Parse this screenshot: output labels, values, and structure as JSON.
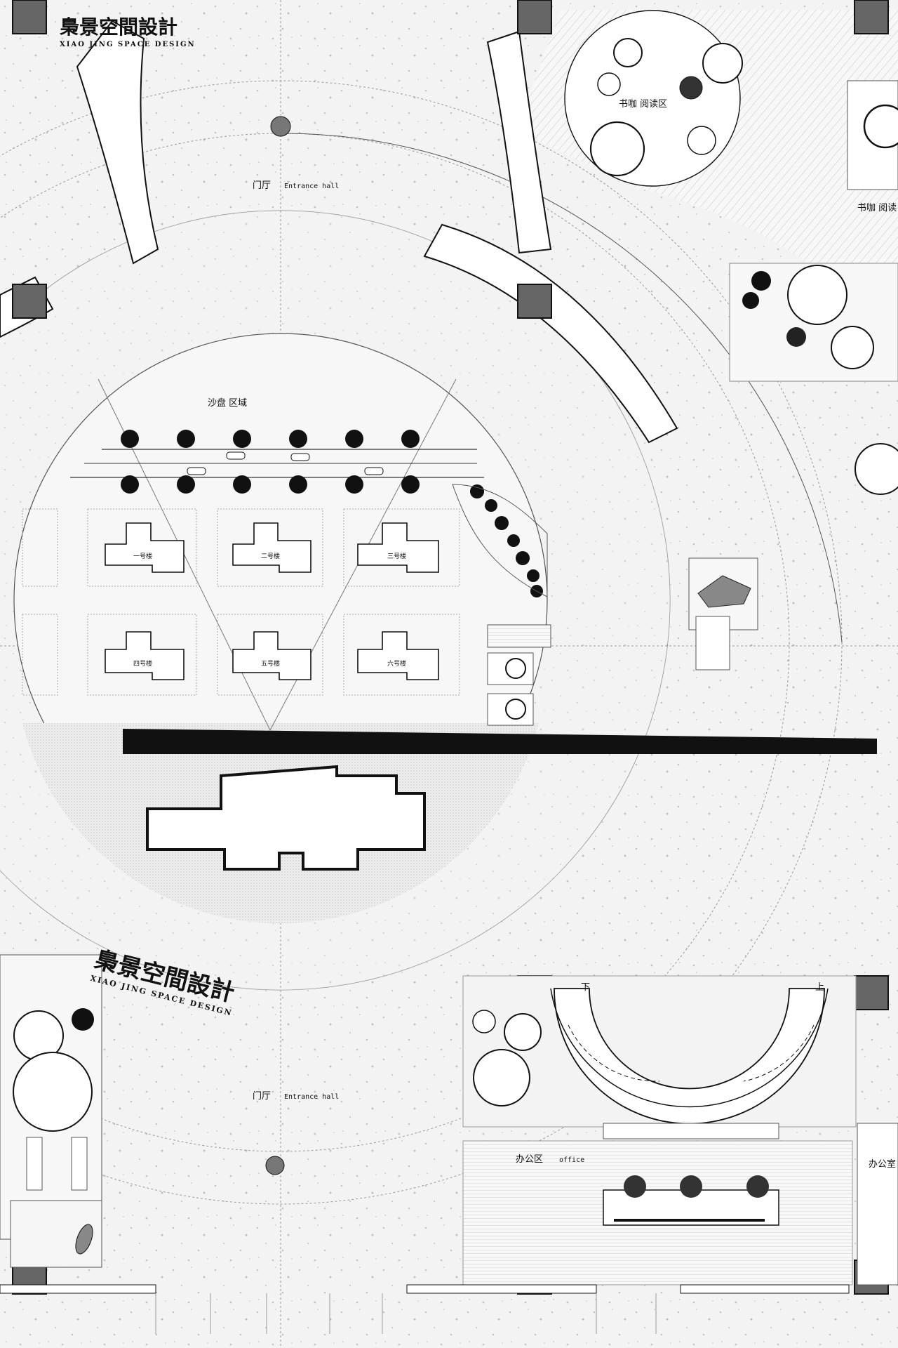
{
  "logo_top": {
    "cn": "梟景空間設計",
    "en": "XIAO JING SPACE DESIGN"
  },
  "logo_mid": {
    "cn": "梟景空間設計",
    "en": "XIAO JING SPACE DESIGN"
  },
  "labels": {
    "book_cafe": "书咖  阅读区",
    "book_cafe_right": "书咖 阅读",
    "hall_top_cn": "门厅",
    "hall_top_en": "Entrance hall",
    "sand_table": "沙盘  区域",
    "hall_bottom_cn": "门厅",
    "hall_bottom_en": "Entrance hall",
    "stair_down": "下",
    "stair_up": "上",
    "office_cn": "办公区",
    "office_en": "office",
    "office_room": "办公室"
  },
  "buildings": [
    "一号楼",
    "二号楼",
    "三号楼",
    "四号楼",
    "五号楼",
    "六号楼"
  ]
}
